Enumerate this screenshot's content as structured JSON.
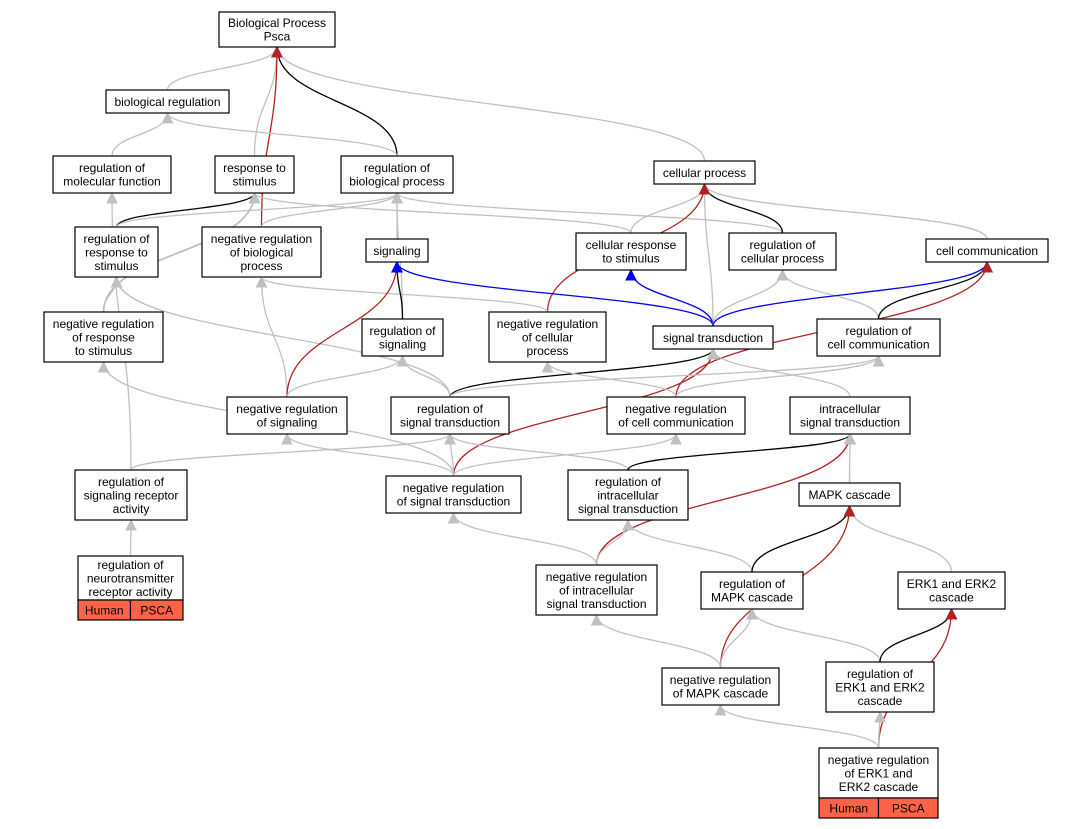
{
  "colors": {
    "is_a": "#c0c0c0",
    "part_of": "#000000",
    "negatively_regulates": "#b22222",
    "positively_regulates": "#0000ff",
    "annotation_tag": "#ff6347"
  },
  "nodes": {
    "bp_psca": {
      "lines": [
        "Biological Process",
        "Psca"
      ]
    },
    "biological_regulation": {
      "lines": [
        "biological regulation"
      ]
    },
    "regulation_of_molecular_function": {
      "lines": [
        "regulation of",
        "molecular function"
      ]
    },
    "response_to_stimulus": {
      "lines": [
        "response to",
        "stimulus"
      ]
    },
    "regulation_of_biological_process": {
      "lines": [
        "regulation of",
        "biological process"
      ]
    },
    "cellular_process": {
      "lines": [
        "cellular process"
      ]
    },
    "regulation_of_response_to_stimulus": {
      "lines": [
        "regulation of",
        "response to",
        "stimulus"
      ]
    },
    "negative_regulation_of_biological_process": {
      "lines": [
        "negative regulation",
        "of biological",
        "process"
      ]
    },
    "signaling": {
      "lines": [
        "signaling"
      ]
    },
    "cellular_response_to_stimulus": {
      "lines": [
        "cellular response",
        "to stimulus"
      ]
    },
    "regulation_of_cellular_process": {
      "lines": [
        "regulation of",
        "cellular process"
      ]
    },
    "cell_communication": {
      "lines": [
        "cell communication"
      ]
    },
    "negative_regulation_of_response_to_stimulus": {
      "lines": [
        "negative regulation",
        "of response",
        "to stimulus"
      ]
    },
    "regulation_of_signaling": {
      "lines": [
        "regulation of",
        "signaling"
      ]
    },
    "negative_regulation_of_cellular_process": {
      "lines": [
        "negative regulation",
        "of cellular",
        "process"
      ]
    },
    "signal_transduction": {
      "lines": [
        "signal transduction"
      ]
    },
    "regulation_of_cell_communication": {
      "lines": [
        "regulation of",
        "cell communication"
      ]
    },
    "negative_regulation_of_signaling": {
      "lines": [
        "negative regulation",
        "of signaling"
      ]
    },
    "regulation_of_signal_transduction": {
      "lines": [
        "regulation of",
        "signal transduction"
      ]
    },
    "negative_regulation_of_cell_communication": {
      "lines": [
        "negative regulation",
        "of cell communication"
      ]
    },
    "intracellular_signal_transduction": {
      "lines": [
        "intracellular",
        "signal transduction"
      ]
    },
    "regulation_of_signaling_receptor_activity": {
      "lines": [
        "regulation of",
        "signaling receptor",
        "activity"
      ]
    },
    "negative_regulation_of_signal_transduction": {
      "lines": [
        "negative regulation",
        "of signal transduction"
      ]
    },
    "regulation_of_intracellular_signal_transduction": {
      "lines": [
        "regulation of",
        "intracellular",
        "signal transduction"
      ]
    },
    "mapk_cascade": {
      "lines": [
        "MAPK cascade"
      ]
    },
    "regulation_of_neurotransmitter_receptor_activity": {
      "lines": [
        "regulation of",
        "neurotransmitter",
        "receptor activity"
      ],
      "tags": [
        "Human",
        "PSCA"
      ]
    },
    "negative_regulation_of_intracellular_signal_transduction": {
      "lines": [
        "negative regulation",
        "of intracellular",
        "signal transduction"
      ]
    },
    "regulation_of_mapk_cascade": {
      "lines": [
        "regulation of",
        "MAPK cascade"
      ]
    },
    "erk1_and_erk2_cascade": {
      "lines": [
        "ERK1 and ERK2",
        "cascade"
      ]
    },
    "negative_regulation_of_mapk_cascade": {
      "lines": [
        "negative regulation",
        "of MAPK cascade"
      ]
    },
    "regulation_of_erk1_and_erk2_cascade": {
      "lines": [
        "regulation of",
        "ERK1 and ERK2",
        "cascade"
      ]
    },
    "negative_regulation_of_erk1_and_erk2_cascade": {
      "lines": [
        "negative regulation",
        "of ERK1 and",
        "ERK2 cascade"
      ],
      "tags": [
        "Human",
        "PSCA"
      ]
    }
  },
  "edges": [
    {
      "from": "biological_regulation",
      "to": "bp_psca",
      "kind": "is_a"
    },
    {
      "from": "response_to_stimulus",
      "to": "bp_psca",
      "kind": "is_a"
    },
    {
      "from": "regulation_of_biological_process",
      "to": "bp_psca",
      "kind": "part_of"
    },
    {
      "from": "cellular_process",
      "to": "bp_psca",
      "kind": "is_a"
    },
    {
      "from": "negative_regulation_of_biological_process",
      "to": "bp_psca",
      "kind": "negatively_regulates"
    },
    {
      "from": "regulation_of_molecular_function",
      "to": "biological_regulation",
      "kind": "is_a"
    },
    {
      "from": "regulation_of_biological_process",
      "to": "biological_regulation",
      "kind": "is_a"
    },
    {
      "from": "regulation_of_response_to_stimulus",
      "to": "response_to_stimulus",
      "kind": "part_of"
    },
    {
      "from": "negative_regulation_of_response_to_stimulus",
      "to": "response_to_stimulus",
      "kind": "negatively_regulates"
    },
    {
      "from": "regulation_of_response_to_stimulus",
      "to": "regulation_of_biological_process",
      "kind": "is_a"
    },
    {
      "from": "negative_regulation_of_biological_process",
      "to": "regulation_of_biological_process",
      "kind": "is_a"
    },
    {
      "from": "regulation_of_signaling",
      "to": "regulation_of_biological_process",
      "kind": "is_a"
    },
    {
      "from": "regulation_of_cellular_process",
      "to": "regulation_of_biological_process",
      "kind": "is_a"
    },
    {
      "from": "cellular_response_to_stimulus",
      "to": "response_to_stimulus",
      "kind": "is_a"
    },
    {
      "from": "signaling",
      "to": "regulation_of_biological_process",
      "kind": "is_a"
    },
    {
      "from": "cellular_response_to_stimulus",
      "to": "cellular_process",
      "kind": "is_a"
    },
    {
      "from": "regulation_of_cellular_process",
      "to": "cellular_process",
      "kind": "part_of"
    },
    {
      "from": "cell_communication",
      "to": "cellular_process",
      "kind": "is_a"
    },
    {
      "from": "signal_transduction",
      "to": "cellular_process",
      "kind": "is_a"
    },
    {
      "from": "negative_regulation_of_cellular_process",
      "to": "cellular_process",
      "kind": "negatively_regulates"
    },
    {
      "from": "regulation_of_signaling_receptor_activity",
      "to": "regulation_of_molecular_function",
      "kind": "is_a"
    },
    {
      "from": "negative_regulation_of_response_to_stimulus",
      "to": "regulation_of_response_to_stimulus",
      "kind": "is_a"
    },
    {
      "from": "regulation_of_signal_transduction",
      "to": "regulation_of_response_to_stimulus",
      "kind": "is_a"
    },
    {
      "from": "negative_regulation_of_signaling",
      "to": "negative_regulation_of_biological_process",
      "kind": "is_a"
    },
    {
      "from": "negative_regulation_of_cellular_process",
      "to": "negative_regulation_of_biological_process",
      "kind": "is_a"
    },
    {
      "from": "regulation_of_signaling",
      "to": "signaling",
      "kind": "part_of"
    },
    {
      "from": "negative_regulation_of_signaling",
      "to": "signaling",
      "kind": "negatively_regulates"
    },
    {
      "from": "signal_transduction",
      "to": "signaling",
      "kind": "positively_regulates"
    },
    {
      "from": "signal_transduction",
      "to": "cellular_response_to_stimulus",
      "kind": "positively_regulates"
    },
    {
      "from": "signal_transduction",
      "to": "regulation_of_cellular_process",
      "kind": "is_a"
    },
    {
      "from": "regulation_of_cell_communication",
      "to": "regulation_of_cellular_process",
      "kind": "is_a"
    },
    {
      "from": "signal_transduction",
      "to": "cell_communication",
      "kind": "positively_regulates"
    },
    {
      "from": "regulation_of_cell_communication",
      "to": "cell_communication",
      "kind": "part_of"
    },
    {
      "from": "negative_regulation_of_cell_communication",
      "to": "cell_communication",
      "kind": "negatively_regulates"
    },
    {
      "from": "negative_regulation_of_response_to_stimulus",
      "to": "response_to_stimulus",
      "kind": "is_a"
    },
    {
      "from": "negative_regulation_of_signal_transduction",
      "to": "negative_regulation_of_response_to_stimulus",
      "kind": "is_a"
    },
    {
      "from": "negative_regulation_of_signaling",
      "to": "regulation_of_signaling",
      "kind": "is_a"
    },
    {
      "from": "regulation_of_signal_transduction",
      "to": "regulation_of_signaling",
      "kind": "is_a"
    },
    {
      "from": "regulation_of_signal_transduction",
      "to": "signal_transduction",
      "kind": "part_of"
    },
    {
      "from": "negative_regulation_of_signal_transduction",
      "to": "signal_transduction",
      "kind": "negatively_regulates"
    },
    {
      "from": "negative_regulation_of_cell_communication",
      "to": "negative_regulation_of_cellular_process",
      "kind": "is_a"
    },
    {
      "from": "regulation_of_signal_transduction",
      "to": "regulation_of_cell_communication",
      "kind": "is_a"
    },
    {
      "from": "negative_regulation_of_cell_communication",
      "to": "regulation_of_cell_communication",
      "kind": "is_a"
    },
    {
      "from": "intracellular_signal_transduction",
      "to": "signal_transduction",
      "kind": "is_a"
    },
    {
      "from": "negative_regulation_of_signal_transduction",
      "to": "negative_regulation_of_signaling",
      "kind": "is_a"
    },
    {
      "from": "negative_regulation_of_signal_transduction",
      "to": "regulation_of_signal_transduction",
      "kind": "is_a"
    },
    {
      "from": "negative_regulation_of_signal_transduction",
      "to": "negative_regulation_of_cell_communication",
      "kind": "is_a"
    },
    {
      "from": "regulation_of_intracellular_signal_transduction",
      "to": "regulation_of_signal_transduction",
      "kind": "is_a"
    },
    {
      "from": "regulation_of_intracellular_signal_transduction",
      "to": "intracellular_signal_transduction",
      "kind": "part_of"
    },
    {
      "from": "negative_regulation_of_intracellular_signal_transduction",
      "to": "intracellular_signal_transduction",
      "kind": "negatively_regulates"
    },
    {
      "from": "mapk_cascade",
      "to": "intracellular_signal_transduction",
      "kind": "is_a"
    },
    {
      "from": "regulation_of_signaling_receptor_activity",
      "to": "regulation_of_signal_transduction",
      "kind": "is_a"
    },
    {
      "from": "regulation_of_neurotransmitter_receptor_activity",
      "to": "regulation_of_signaling_receptor_activity",
      "kind": "is_a"
    },
    {
      "from": "negative_regulation_of_intracellular_signal_transduction",
      "to": "negative_regulation_of_signal_transduction",
      "kind": "is_a"
    },
    {
      "from": "negative_regulation_of_intracellular_signal_transduction",
      "to": "regulation_of_intracellular_signal_transduction",
      "kind": "is_a"
    },
    {
      "from": "regulation_of_mapk_cascade",
      "to": "regulation_of_intracellular_signal_transduction",
      "kind": "is_a"
    },
    {
      "from": "regulation_of_mapk_cascade",
      "to": "mapk_cascade",
      "kind": "part_of"
    },
    {
      "from": "erk1_and_erk2_cascade",
      "to": "mapk_cascade",
      "kind": "is_a"
    },
    {
      "from": "negative_regulation_of_mapk_cascade",
      "to": "mapk_cascade",
      "kind": "negatively_regulates"
    },
    {
      "from": "negative_regulation_of_mapk_cascade",
      "to": "negative_regulation_of_intracellular_signal_transduction",
      "kind": "is_a"
    },
    {
      "from": "negative_regulation_of_mapk_cascade",
      "to": "regulation_of_mapk_cascade",
      "kind": "is_a"
    },
    {
      "from": "regulation_of_erk1_and_erk2_cascade",
      "to": "regulation_of_mapk_cascade",
      "kind": "is_a"
    },
    {
      "from": "regulation_of_erk1_and_erk2_cascade",
      "to": "erk1_and_erk2_cascade",
      "kind": "part_of"
    },
    {
      "from": "negative_regulation_of_erk1_and_erk2_cascade",
      "to": "erk1_and_erk2_cascade",
      "kind": "negatively_regulates"
    },
    {
      "from": "negative_regulation_of_erk1_and_erk2_cascade",
      "to": "regulation_of_erk1_and_erk2_cascade",
      "kind": "is_a"
    },
    {
      "from": "negative_regulation_of_erk1_and_erk2_cascade",
      "to": "negative_regulation_of_mapk_cascade",
      "kind": "is_a"
    }
  ]
}
